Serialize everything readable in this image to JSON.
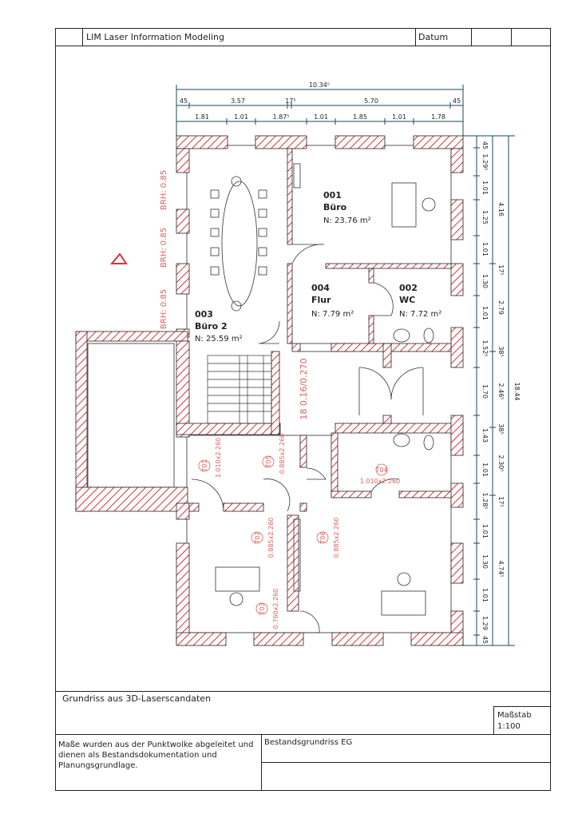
{
  "header": {
    "company": "LIM Laser Information Modeling",
    "date_label": "Datum"
  },
  "rooms": [
    {
      "num": "001",
      "name": "Büro",
      "area": "N:  23.76  m²"
    },
    {
      "num": "004",
      "name": "Flur",
      "area": "N:  7.79  m²"
    },
    {
      "num": "002",
      "name": "WC",
      "area": "N:  7.72  m²"
    },
    {
      "num": "003",
      "name": "Büro 2",
      "area": "N:  25.59  m²"
    }
  ],
  "brh": [
    "BRH: 0.85",
    "BRH: 0.85",
    "BRH: 0.85"
  ],
  "stairs_label": "18  0.16/0.270",
  "doors": [
    {
      "id": "T01",
      "size": "1.010x2.260"
    },
    {
      "id": "T05",
      "size": "0.885x2.260"
    },
    {
      "id": "T04",
      "size": "1.010x2.260"
    },
    {
      "id": "T02",
      "size": "0.885x2.260"
    },
    {
      "id": "T06",
      "size": "0.885x2.260"
    },
    {
      "id": "T03",
      "size": "0.760x2.260"
    }
  ],
  "dims_top": {
    "total": "10.34⁵",
    "row2": [
      "45",
      "3.57",
      "17⁵",
      "5.70",
      "45"
    ],
    "row3": [
      "1.81",
      "1.01",
      "1.87⁵",
      "1.01",
      "1.85",
      "1.01",
      "1.78"
    ]
  },
  "dims_right": {
    "total": "18.44",
    "col_inner": [
      "45",
      "1.29⁵",
      "1.01",
      "1.25",
      "1.01",
      "17⁵",
      "1.30",
      "1.01",
      "1.52⁵",
      "1.70",
      "1.43",
      "1.01",
      "1.28⁵",
      "17⁵",
      "1.01",
      "1.30",
      "1.01",
      "1.29",
      "45"
    ],
    "col_mid": [
      "4.16",
      "2.79",
      "38⁵",
      "2.46⁵",
      "38⁵",
      "2.30⁵",
      "4.74⁵"
    ]
  },
  "footer": {
    "title": "Grundriss aus 3D-Laserscandaten",
    "scale_label": "Maßstab",
    "scale_value": "1:100",
    "note": "Maße wurden aus der Punktwolke abgeleitet und dienen als Bestandsdokumentation und Planungsgrundlage.",
    "drawing_title": "Bestandsgrundriss EG"
  },
  "colors": {
    "hatch": "#d9343a",
    "text": "#222222",
    "label_red": "#e06060",
    "dim": "#1a4a5a"
  }
}
